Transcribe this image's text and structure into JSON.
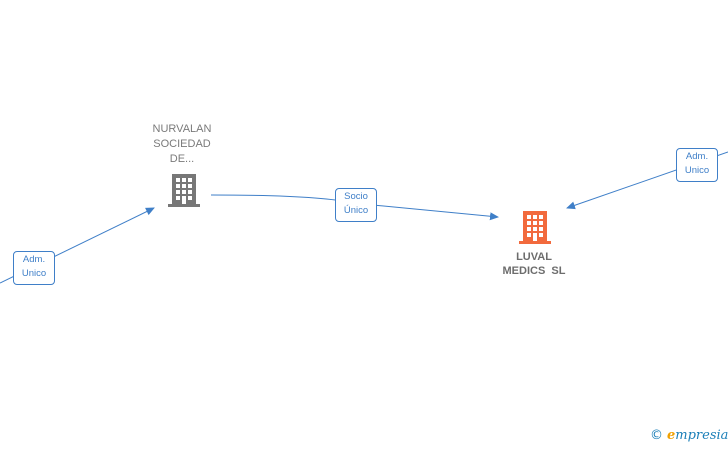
{
  "nodes": {
    "nurvalan": {
      "label_lines": [
        "NURVALAN",
        "SOCIEDAD",
        "DE..."
      ],
      "color": "#777777"
    },
    "luval": {
      "label_lines": [
        "LUVAL",
        "MEDICS  SL"
      ],
      "color": "#f26a3d"
    }
  },
  "edges": {
    "adm_left": {
      "lines": [
        "Adm.",
        "Unico"
      ]
    },
    "socio": {
      "lines": [
        "Socio",
        "Único"
      ]
    },
    "adm_right": {
      "lines": [
        "Adm.",
        "Unico"
      ]
    }
  },
  "colors": {
    "edge": "#3f7fc8",
    "building_gray": "#777777",
    "building_orange": "#f26a3d"
  },
  "watermark": {
    "copyright": "©",
    "brand_initial": "e",
    "brand_rest": "mpresia"
  }
}
